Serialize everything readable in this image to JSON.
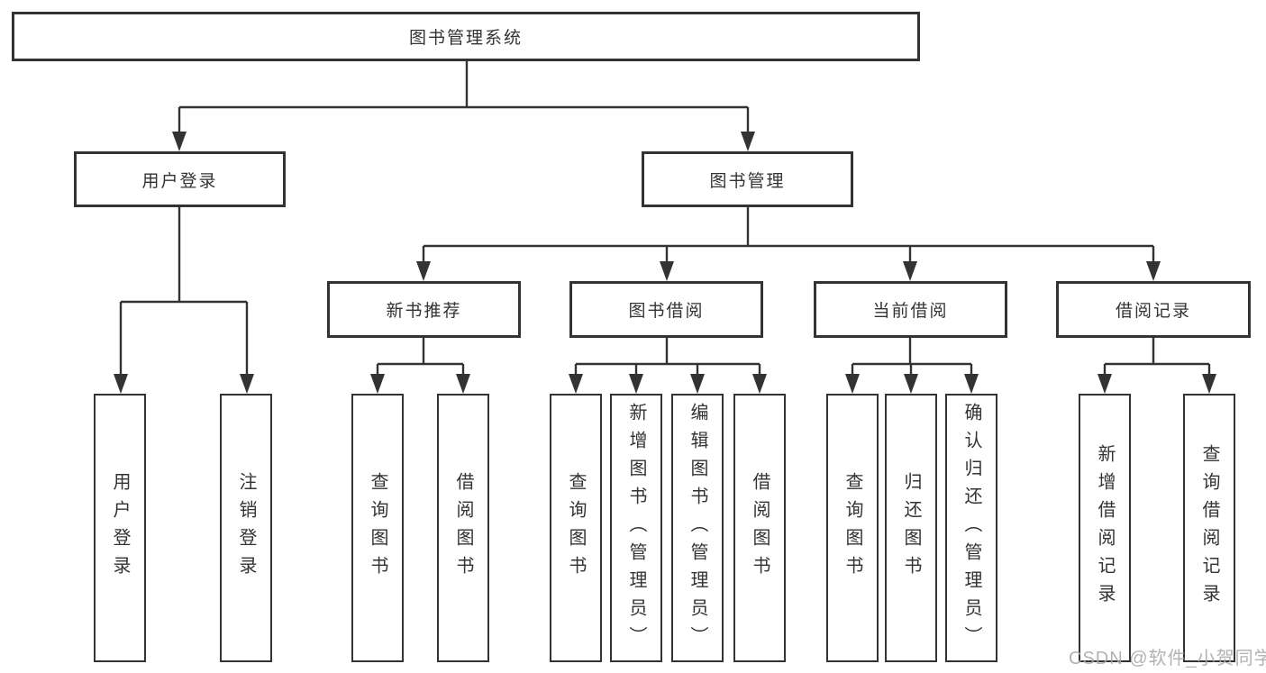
{
  "colors": {
    "line": "#333333",
    "text": "#333333",
    "box_background": "#ffffff",
    "page_background": "#ffffff",
    "watermark": "#a8a8a8"
  },
  "watermark": "CSDN @软件_小贺同学",
  "tree": {
    "root": "图书管理系统",
    "branches": [
      {
        "label": "用户登录",
        "children": [
          "用户登录",
          "注销登录"
        ]
      },
      {
        "label": "图书管理",
        "groups": [
          {
            "label": "新书推荐",
            "children": [
              "查询图书",
              "借阅图书"
            ]
          },
          {
            "label": "图书借阅",
            "children": [
              "查询图书",
              "新增图书（管理员）",
              "编辑图书（管理员）",
              "借阅图书"
            ]
          },
          {
            "label": "当前借阅",
            "children": [
              "查询图书",
              "归还图书",
              "确认归还（管理员）"
            ]
          },
          {
            "label": "借阅记录",
            "children": [
              "新增借阅记录",
              "查询借阅记录"
            ]
          }
        ]
      }
    ]
  }
}
